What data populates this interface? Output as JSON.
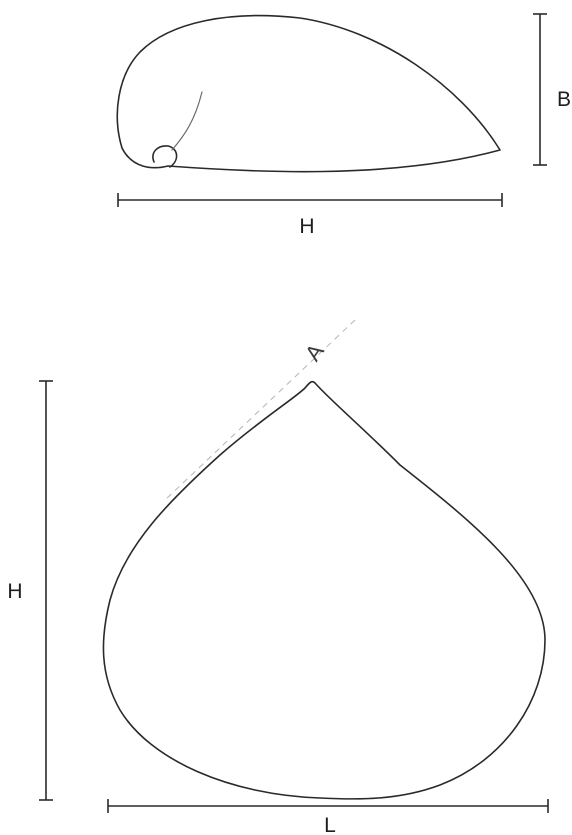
{
  "top_view": {
    "height_label": "H",
    "breadth_label": "B"
  },
  "bottom_view": {
    "height_label": "H",
    "length_label": "L",
    "axis_label": "A"
  }
}
